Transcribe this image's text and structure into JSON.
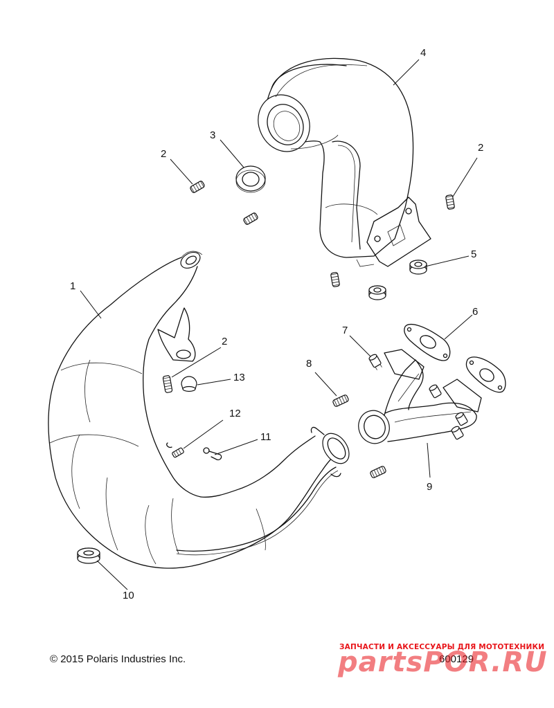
{
  "diagram": {
    "callouts": [
      {
        "num": "1"
      },
      {
        "num": "2"
      },
      {
        "num": "2"
      },
      {
        "num": "2"
      },
      {
        "num": "3"
      },
      {
        "num": "4"
      },
      {
        "num": "5"
      },
      {
        "num": "6"
      },
      {
        "num": "7"
      },
      {
        "num": "8"
      },
      {
        "num": "9"
      },
      {
        "num": "10"
      },
      {
        "num": "11"
      },
      {
        "num": "12"
      },
      {
        "num": "13"
      }
    ]
  },
  "footer": {
    "copyright": "© 2015 Polaris Industries Inc.",
    "drawing_number": "600129"
  },
  "watermark": {
    "tagline": "ЗАПЧАСТИ И АКСЕССУАРЫ ДЛЯ МОТОТЕХНИКИ",
    "logo": "partsPOR.RU",
    "color": "#e8161b"
  }
}
